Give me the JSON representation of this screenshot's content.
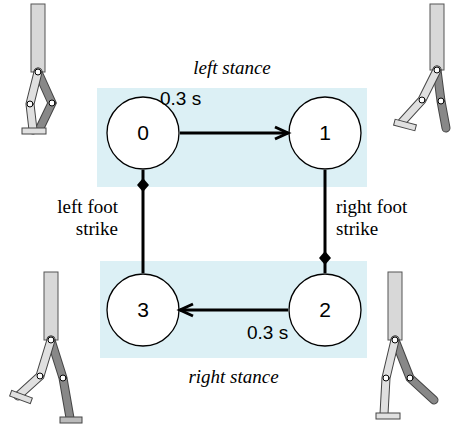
{
  "diagram": {
    "nodes": [
      {
        "text": [
          "left stance"
        ]
      },
      {
        "text": [
          "0"
        ],
        "in": 0
      },
      {
        "text": [
          "1"
        ],
        "in": 0
      },
      {
        "text": [
          "right stance"
        ]
      },
      {
        "text": [
          "2"
        ],
        "in": 3
      },
      {
        "text": [
          "3"
        ],
        "in": 3
      }
    ],
    "edges": [
      {
        "from": 1,
        "to": 2,
        "arrow": "to",
        "label": "0.3 s"
      },
      {
        "from": 2,
        "to": 4,
        "arrow": "to",
        "label": "right foot strike"
      },
      {
        "from": 4,
        "to": 5,
        "arrow": "to",
        "label": "0.3 s"
      },
      {
        "from": 5,
        "to": 1,
        "arrow": "to",
        "label": "left foot strike"
      }
    ]
  }
}
